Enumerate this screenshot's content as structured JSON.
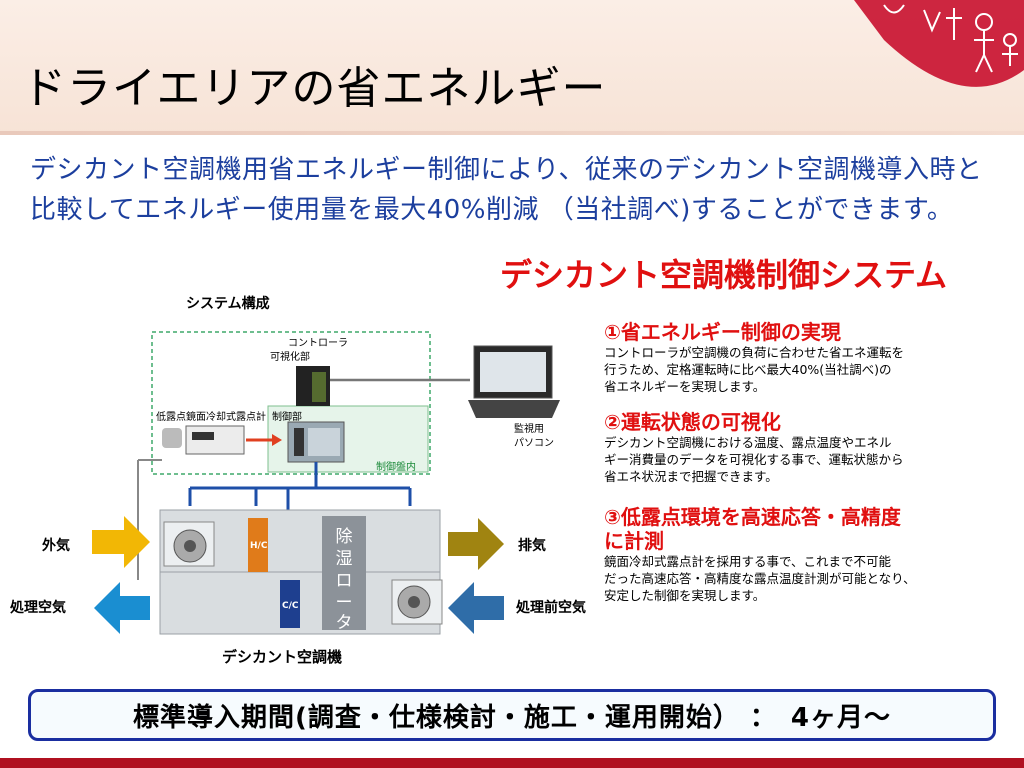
{
  "slide": {
    "title": "ドライエリアの省エネルギー",
    "intro": "デシカント空調機用省エネルギー制御により、従来のデシカント空調機導入時と比較してエネルギー使用量を最大40%削減 （当社調べ)することができます。",
    "system_heading": "デシカント空調機制御システム",
    "diagram_caption": "システム構成"
  },
  "diagram": {
    "controller": "コントローラ",
    "visual_unit": "可視化部",
    "control_unit": "制御部",
    "panel": "制御盤内",
    "dewpoint_meter": "低露点鏡面冷却式露点計",
    "pc_label_1": "監視用",
    "pc_label_2": "パソコン",
    "outside_air": "外気",
    "treated_air": "処理空気",
    "exhaust": "排気",
    "pre_treatment_air": "処理前空気",
    "hc": "H/C",
    "cc": "C/C",
    "rotor_chars": [
      "除",
      "湿",
      "ロ",
      "ー",
      "タ"
    ],
    "unit_caption": "デシカント空調機"
  },
  "features": [
    {
      "title": "①省エネルギー制御の実現",
      "lines": [
        "コントローラが空調機の負荷に合わせた省エネ運転を",
        "行うため、定格運転時に比べ最大40%(当社調べ)の",
        "省エネルギーを実現します。"
      ]
    },
    {
      "title": "②運転状態の可視化",
      "lines": [
        "デシカント空調機における温度、露点温度やエネル",
        "ギー消費量のデータを可視化する事で、運転状態から",
        "省エネ状況まで把握できます。"
      ]
    },
    {
      "title_lines": [
        "③低露点環境を高速応答・高精度",
        "に計測"
      ],
      "lines": [
        "鏡面冷却式露点計を採用する事で、これまで不可能",
        "だった高速応答・高精度な露点温度計測が可能となり、",
        "安定した制御を実現します。"
      ]
    }
  ],
  "period": {
    "text": "標準導入期間(調査・仕様検討・施工・運用開始） ：　4ヶ月～"
  },
  "colors": {
    "intro_text": "#1c3f9e",
    "accent_red": "#e01010",
    "period_border": "#1a2ea0",
    "bottom_bar": "#b01020",
    "arrow_yellow": "#f2b705",
    "arrow_blue": "#1a8ed1",
    "arrow_olive": "#a08411",
    "arrow_steel": "#2f6da8"
  }
}
